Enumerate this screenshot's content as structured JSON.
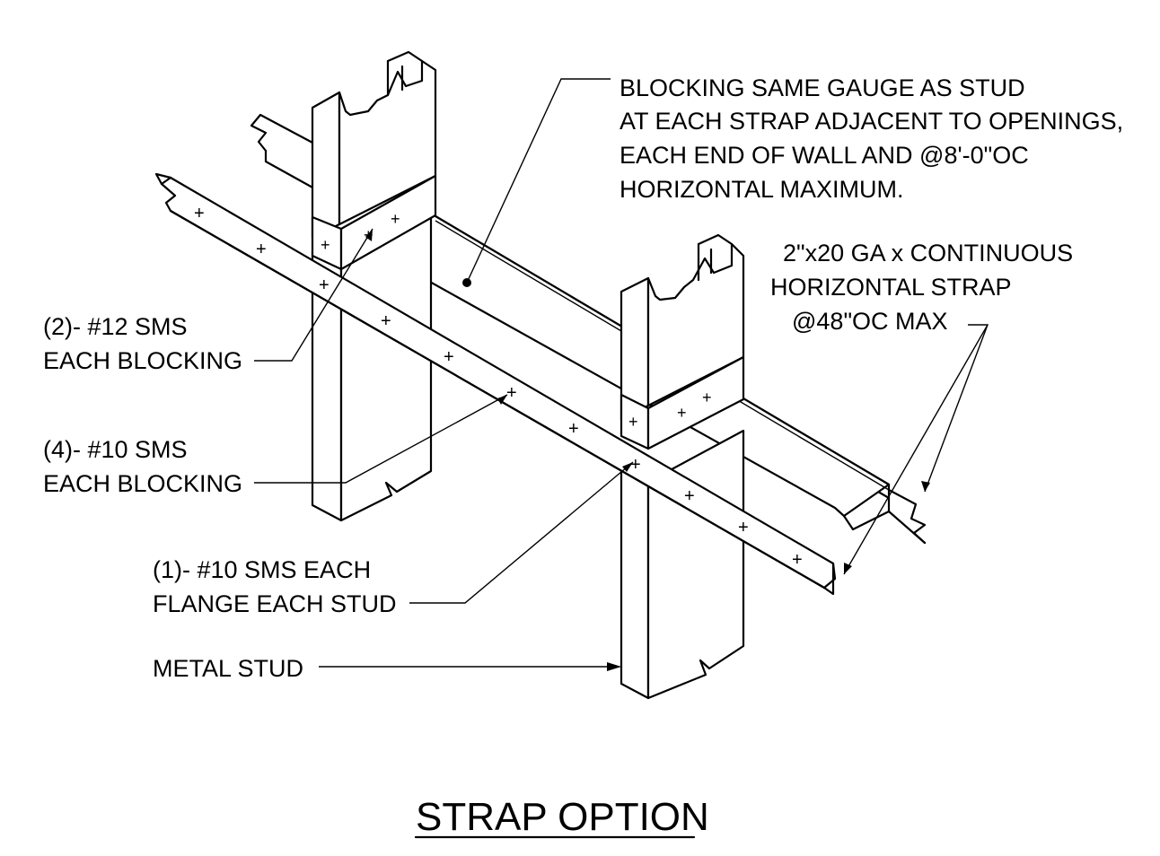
{
  "notes": {
    "blocking": [
      "BLOCKING SAME GAUGE AS STUD",
      "AT EACH STRAP ADJACENT TO OPENINGS,",
      "EACH END OF WALL AND @8'-0\"OC",
      "HORIZONTAL MAXIMUM."
    ],
    "strap": [
      "2\"x20 GA x CONTINUOUS",
      "HORIZONTAL STRAP",
      "@48\"OC MAX"
    ],
    "sms12": [
      "(2)- #12 SMS",
      "EACH BLOCKING"
    ],
    "sms10": [
      "(4)- #10 SMS",
      "EACH BLOCKING"
    ],
    "sms10_flange": [
      "(1)- #10 SMS EACH",
      "FLANGE EACH STUD"
    ],
    "metal_stud": "METAL STUD"
  },
  "title": "STRAP OPTION"
}
